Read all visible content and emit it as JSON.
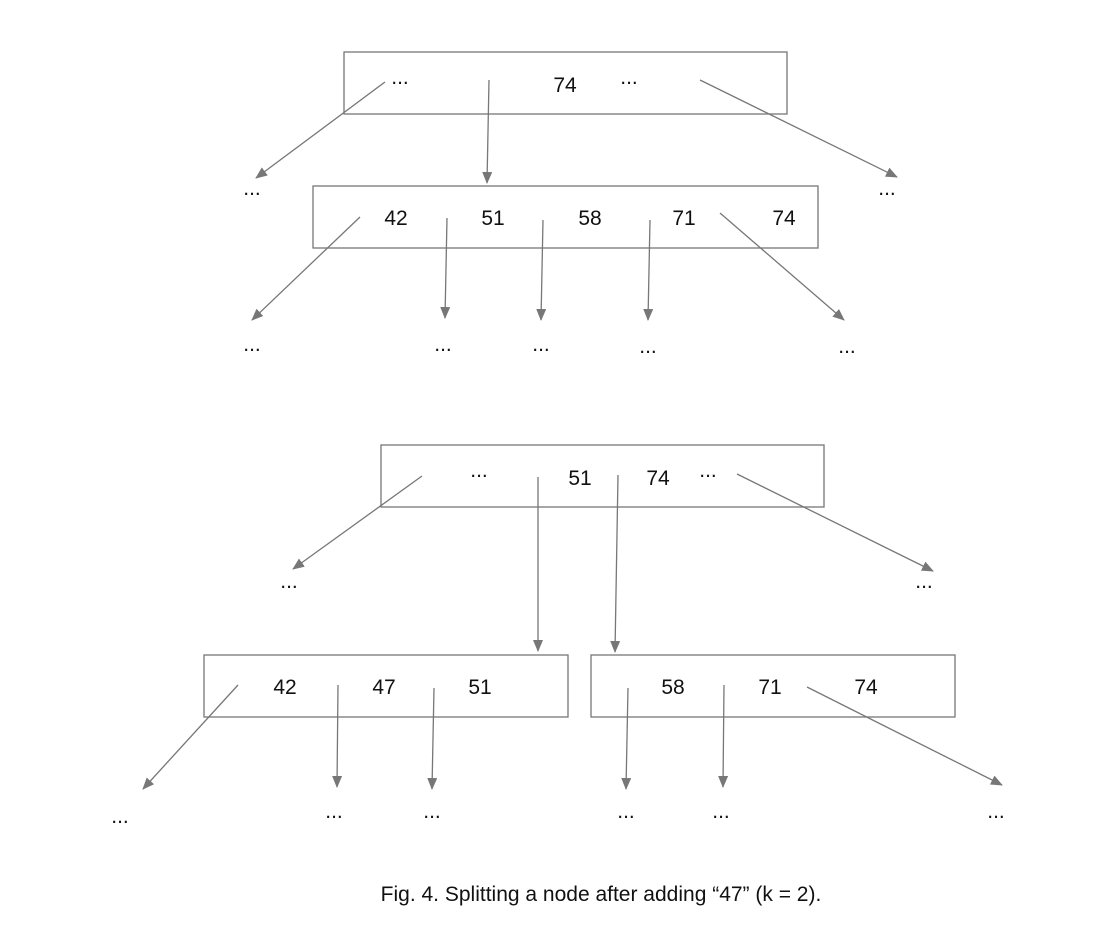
{
  "diagram": {
    "before": {
      "parent": {
        "left_ellipsis": "...",
        "key": "74",
        "right_ellipsis": "..."
      },
      "parent_side_children": {
        "left": "...",
        "right": "..."
      },
      "child": {
        "keys": [
          "42",
          "51",
          "58",
          "71",
          "74"
        ]
      },
      "child_pointers": [
        "...",
        "...",
        "...",
        "...",
        "..."
      ]
    },
    "after": {
      "parent": {
        "left_ellipsis": "...",
        "keys": [
          "51",
          "74"
        ],
        "right_ellipsis": "..."
      },
      "parent_side_children": {
        "left": "...",
        "right": "..."
      },
      "left_child": {
        "keys": [
          "42",
          "47",
          "51"
        ]
      },
      "right_child": {
        "keys": [
          "58",
          "71",
          "74"
        ]
      },
      "left_child_pointers": [
        "...",
        "...",
        "..."
      ],
      "right_child_pointers": [
        "...",
        "...",
        "..."
      ]
    },
    "caption": "Fig. 4. Splitting a node after adding “47” (k = 2)."
  }
}
